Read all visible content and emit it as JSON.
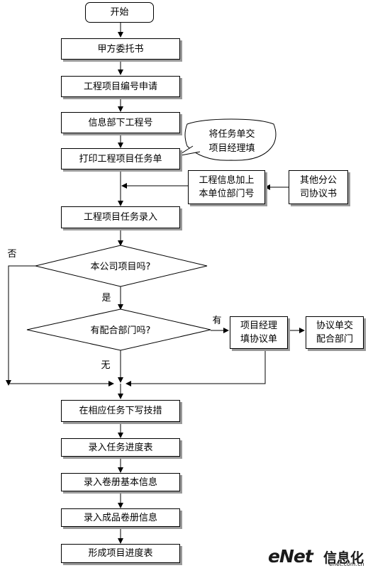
{
  "flowchart": {
    "start": "开始",
    "step_commission": "甲方委托书",
    "step_apply_number": "工程项目编号申请",
    "step_issue_number": "信息部下工程号",
    "step_print_task": "打印工程项目任务单",
    "callout_line1": "将任务单交",
    "callout_line2": "项目经理填",
    "step_add_dept_line1": "工程信息加上",
    "step_add_dept_line2": "本单位部门号",
    "step_other_company_line1": "其他分公",
    "step_other_company_line2": "司协议书",
    "step_task_entry": "工程项目任务录入",
    "decision_own_project": "本公司项目吗?",
    "label_no": "否",
    "label_yes": "是",
    "decision_coop_dept": "有配合部门吗?",
    "label_has": "有",
    "label_none": "无",
    "step_pm_fill_line1": "项目经理",
    "step_pm_fill_line2": "填协议单",
    "step_agreement_line1": "协议单交",
    "step_agreement_line2": "配合部门",
    "step_write_measures": "在相应任务下写技措",
    "step_progress_entry": "录入任务进度表",
    "step_volume_info": "录入卷册基本信息",
    "step_final_volume": "录入成品卷册信息",
    "step_project_progress": "形成项目进度表"
  },
  "watermark": {
    "brand": "eNet",
    "brand_cn": "信息化",
    "url": "enet.com.cn"
  }
}
